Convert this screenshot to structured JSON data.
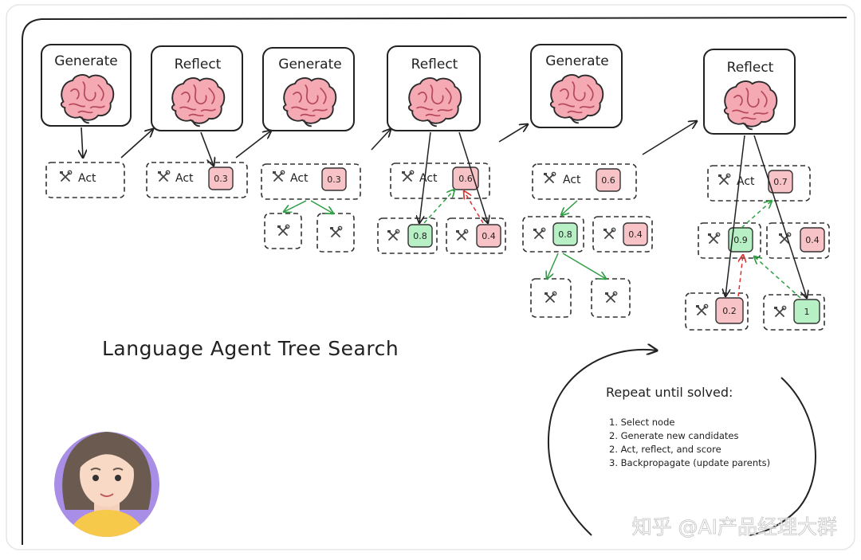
{
  "title": "Language Agent Tree Search",
  "stages": [
    {
      "label": "Generate"
    },
    {
      "label": "Reflect"
    },
    {
      "label": "Generate"
    },
    {
      "label": "Reflect"
    },
    {
      "label": "Generate"
    },
    {
      "label": "Reflect"
    }
  ],
  "act_label": "Act",
  "act_icon": "hammer-wrench-icon",
  "brain_icon": "brain-icon",
  "scores": {
    "s2_root": "0.3",
    "s3_root": "0.3",
    "s4_root": "0.6",
    "s4_left": "0.8",
    "s4_right": "0.4",
    "s5_root": "0.6",
    "s5_left": "0.8",
    "s5_right": "0.4",
    "s6_root": "0.7",
    "s6_left": "0.9",
    "s6_right": "0.4",
    "s6_ll": "0.2",
    "s6_lr": "1"
  },
  "repeat": {
    "heading": "Repeat until solved:",
    "steps": [
      "1. Select node",
      "2. Generate new candidates",
      "2. Act, reflect, and score",
      "3. Backpropagate (update parents)"
    ]
  },
  "watermark": "知乎 @AI产品经理大群",
  "colors": {
    "good": "#b6f0c4",
    "bad": "#f7c3c6",
    "good_arrow": "#2f9e44",
    "bad_arrow": "#e03131",
    "avatar_bg": "#a98ee8"
  }
}
